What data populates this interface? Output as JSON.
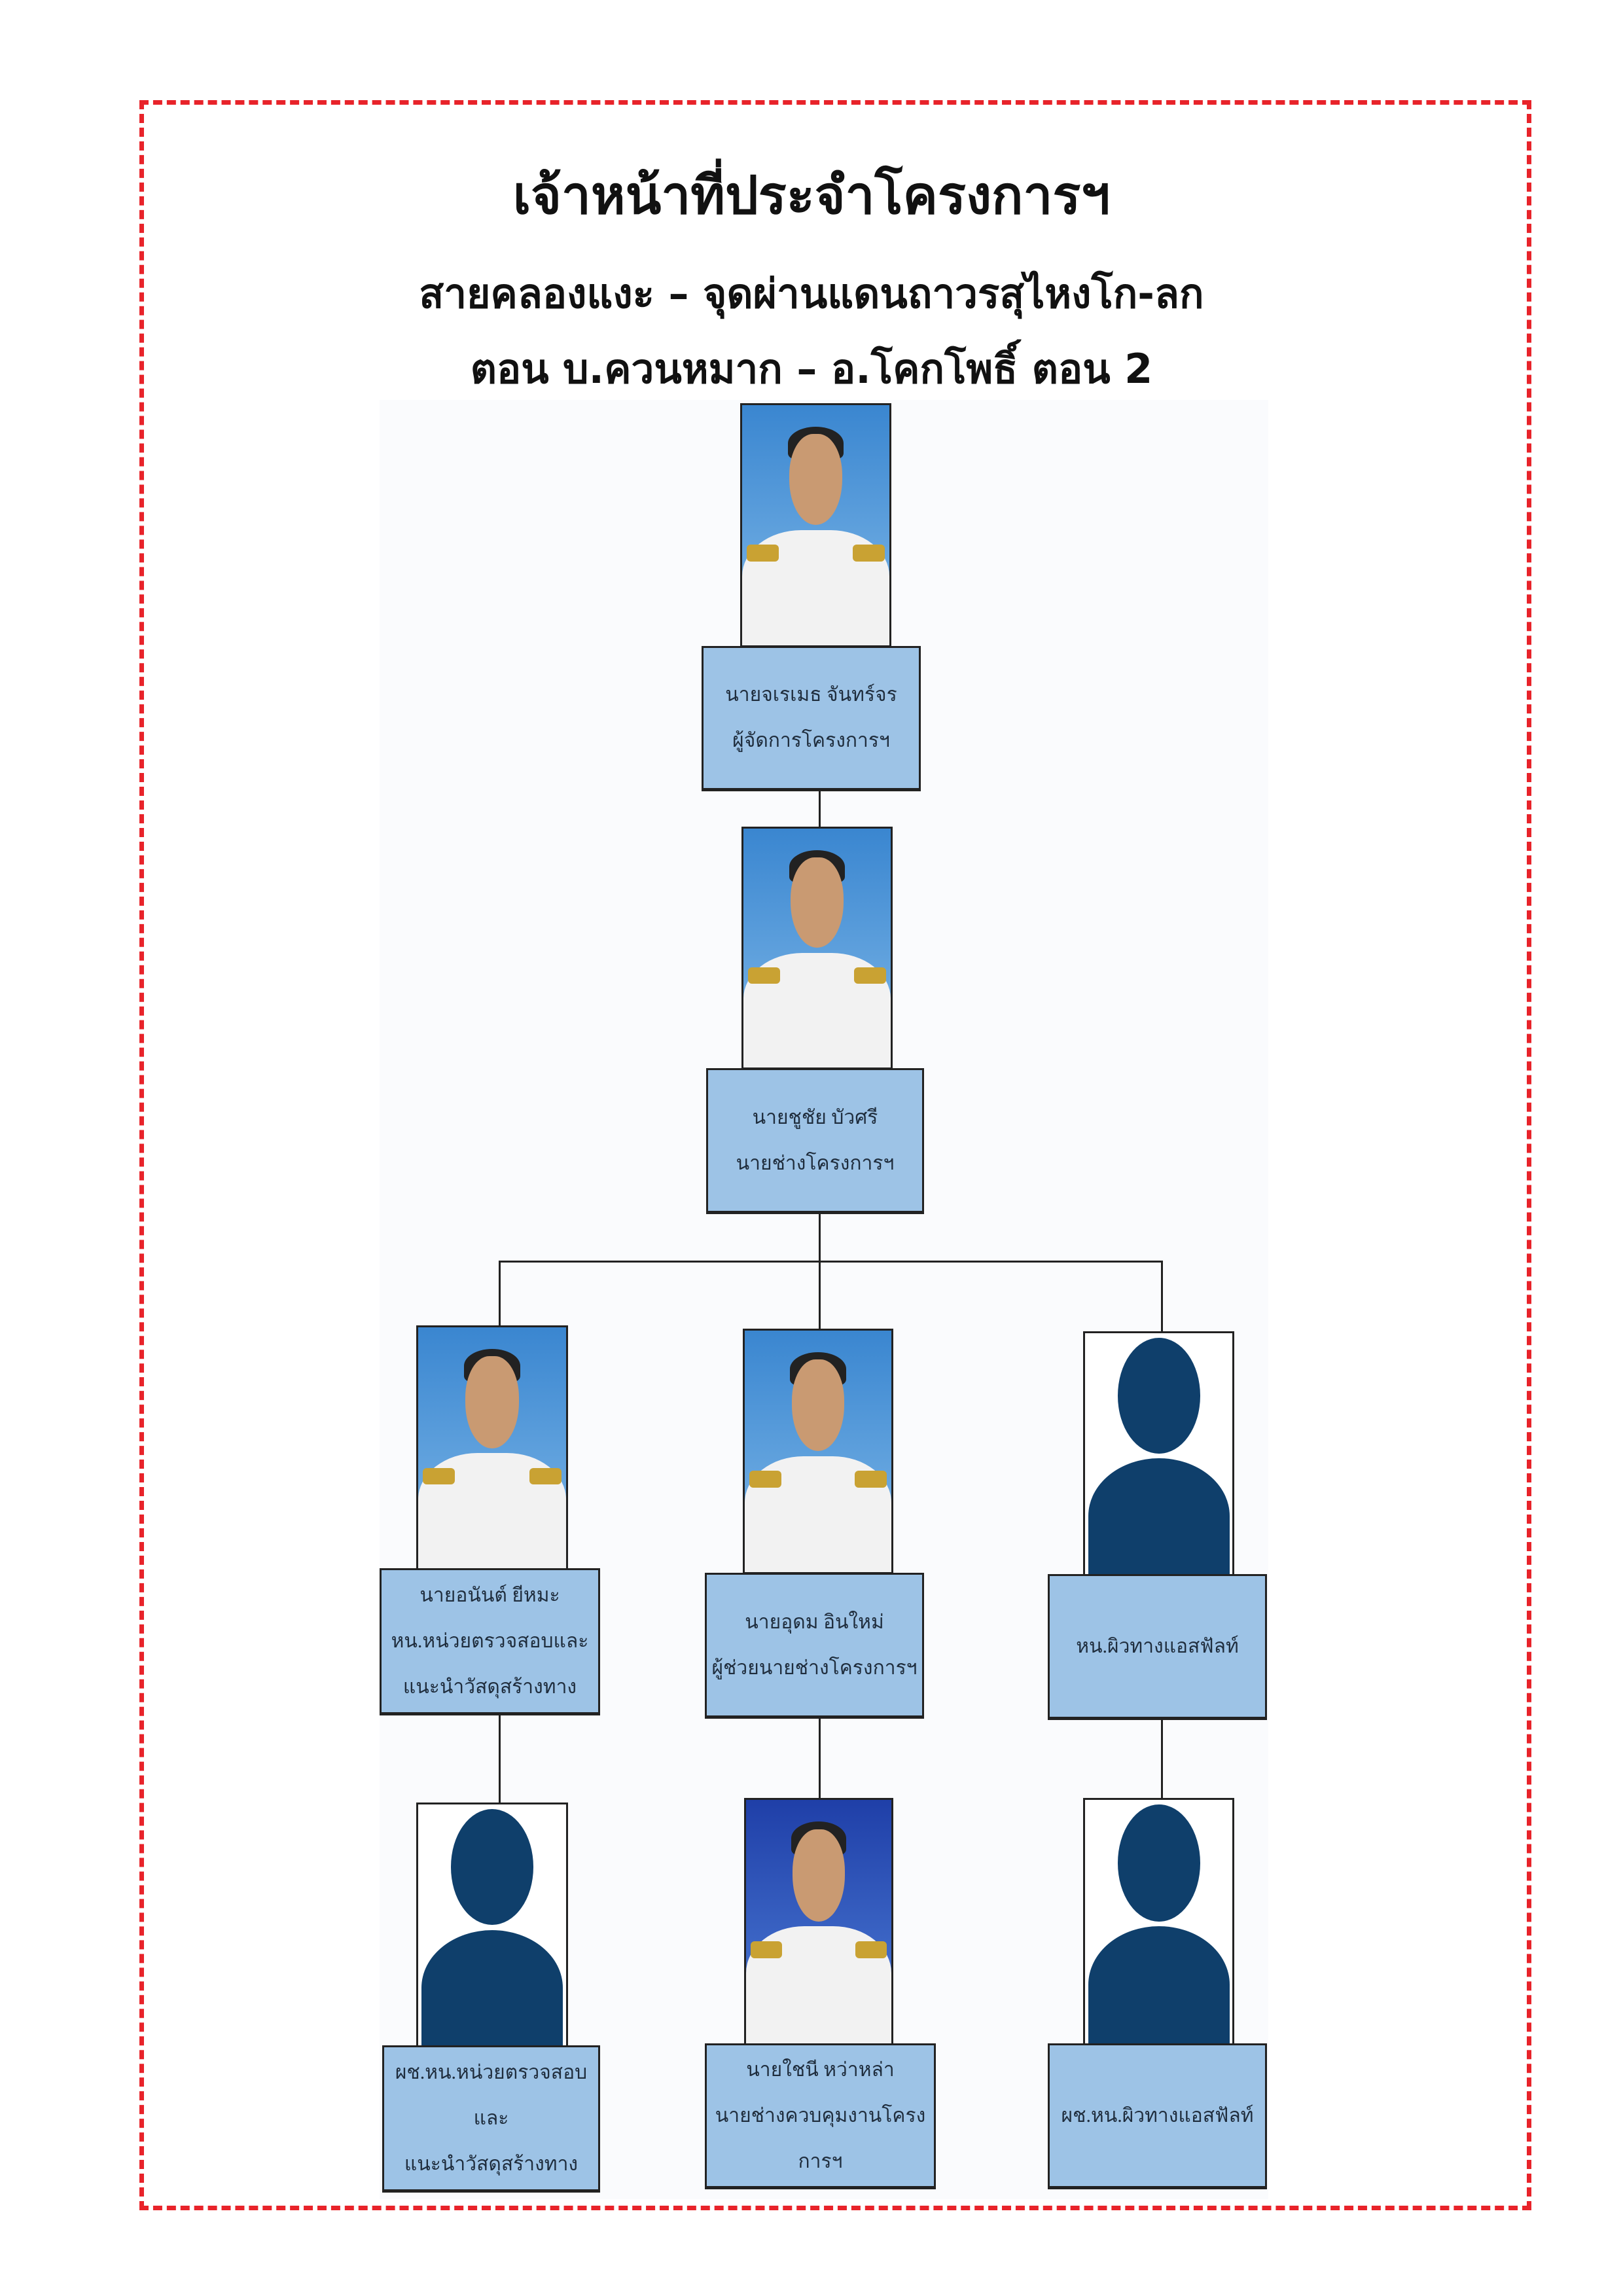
{
  "title": "เจ้าหน้าที่ประจำโครงการฯ",
  "subtitle_line1": "สายคลองแงะ – จุดผ่านแดนถาวรสุไหงโก-ลก",
  "subtitle_line2": "ตอน บ.ควนหมาก – อ.โคกโพธิ์ ตอน 2",
  "colors": {
    "border": "#e8232a",
    "box": "#9dc3e6",
    "placeholder": "#0f3f6b"
  },
  "staff": [
    {
      "name": "นายจเรเมธ  จันทร์จร",
      "role": "ผู้จัดการโครงการฯ"
    },
    {
      "name": "นายชูชัย  บัวศรี",
      "role": "นายช่างโครงการฯ"
    },
    {
      "name": "นายอนันต์  ยีหมะ",
      "role": "หน.หน่วยตรวจสอบและ",
      "role2": "แนะนำวัสดุสร้างทาง"
    },
    {
      "name": "นายอุดม  อินใหม่",
      "role": "ผู้ช่วยนายช่างโครงการฯ"
    },
    {
      "role": "หน.ผิวทางแอสฟัลท์"
    },
    {
      "role": "ผช.หน.หน่วยตรวจสอบและ",
      "role2": "แนะนำวัสดุสร้างทาง"
    },
    {
      "name": "นายใชนี  หว่าหล่า",
      "role": "นายช่างควบคุมงานโครงการฯ"
    },
    {
      "role": "ผช.หน.ผิวทางแอสฟัลท์"
    }
  ]
}
